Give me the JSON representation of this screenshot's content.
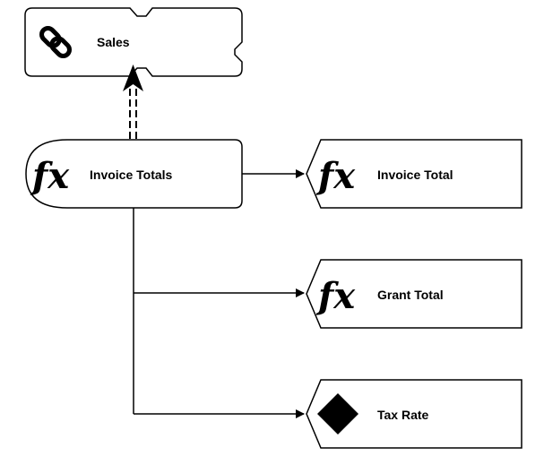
{
  "diagram": {
    "sales": {
      "label": "Sales",
      "icon": "chain-link-icon"
    },
    "invoice_totals": {
      "label": "Invoice Totals",
      "icon": "function-icon",
      "glyph": "fx"
    },
    "invoice_total": {
      "label": "Invoice Total",
      "icon": "function-icon",
      "glyph": "fx"
    },
    "grant_total": {
      "label": "Grant Total",
      "icon": "function-icon",
      "glyph": "fx"
    },
    "tax_rate": {
      "label": "Tax Rate",
      "icon": "diamond-icon"
    },
    "colors": {
      "stroke": "#000000",
      "fill": "#ffffff"
    }
  }
}
